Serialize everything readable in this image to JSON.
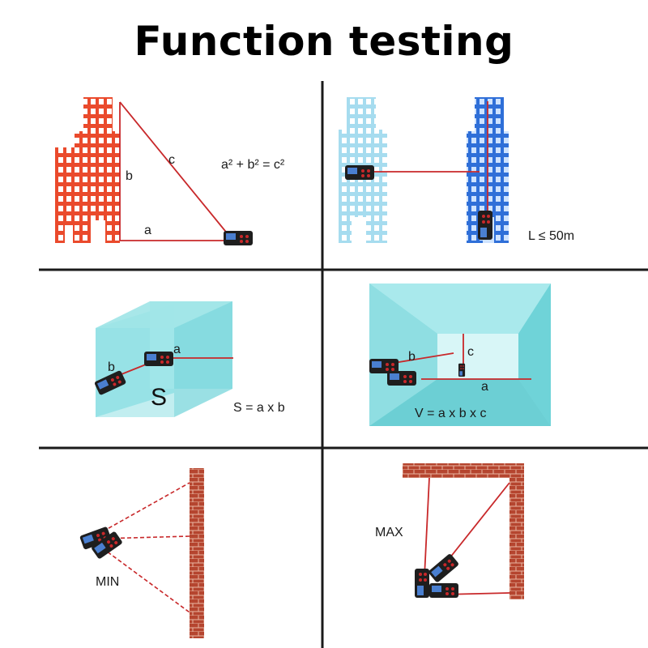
{
  "title": "Function testing",
  "panels": {
    "pythagoras": {
      "label_a": "a",
      "label_b": "b",
      "label_c": "c",
      "formula": "a² + b² = c²"
    },
    "distance": {
      "formula": "L ≤ 50m"
    },
    "area": {
      "label_a": "a",
      "label_b": "b",
      "label_s": "S",
      "formula": "S = a x b"
    },
    "volume": {
      "label_a": "a",
      "label_b": "b",
      "label_c": "c",
      "formula": "V = a x b x c"
    },
    "min": {
      "label": "MIN"
    },
    "max": {
      "label": "MAX"
    }
  },
  "colors": {
    "building_red": "#ea4a2c",
    "building_light_blue": "#a6dcef",
    "building_blue": "#2f6fd8",
    "room_cyan": "#7fdce0",
    "laser": "#c8282a",
    "brick": "#b5452f",
    "divider": "#1a1a1a"
  },
  "icons": [
    "laser-meter-icon",
    "building-icon",
    "brick-wall-icon"
  ]
}
